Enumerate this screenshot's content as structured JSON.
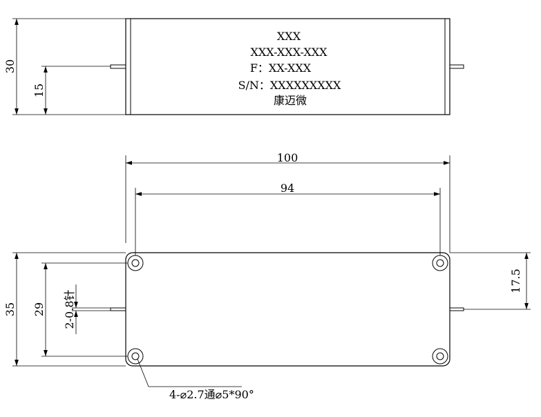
{
  "label": {
    "line1": "XXX",
    "line2": "XXX-XXX-XXX",
    "line3": "F：XX-XXX",
    "line4": "S/N：XXXXXXXXX",
    "line5": "康迈微"
  },
  "dimensions": {
    "side_height": "30",
    "side_pin_height": "15",
    "overall_length": "100",
    "hole_spacing": "94",
    "top_width": "35",
    "hole_spacing_vertical": "29",
    "pin_spec": "2-0.8针",
    "pin_offset": "17.5",
    "hole_spec": "4-⌀2.7通⌀5*90°"
  }
}
